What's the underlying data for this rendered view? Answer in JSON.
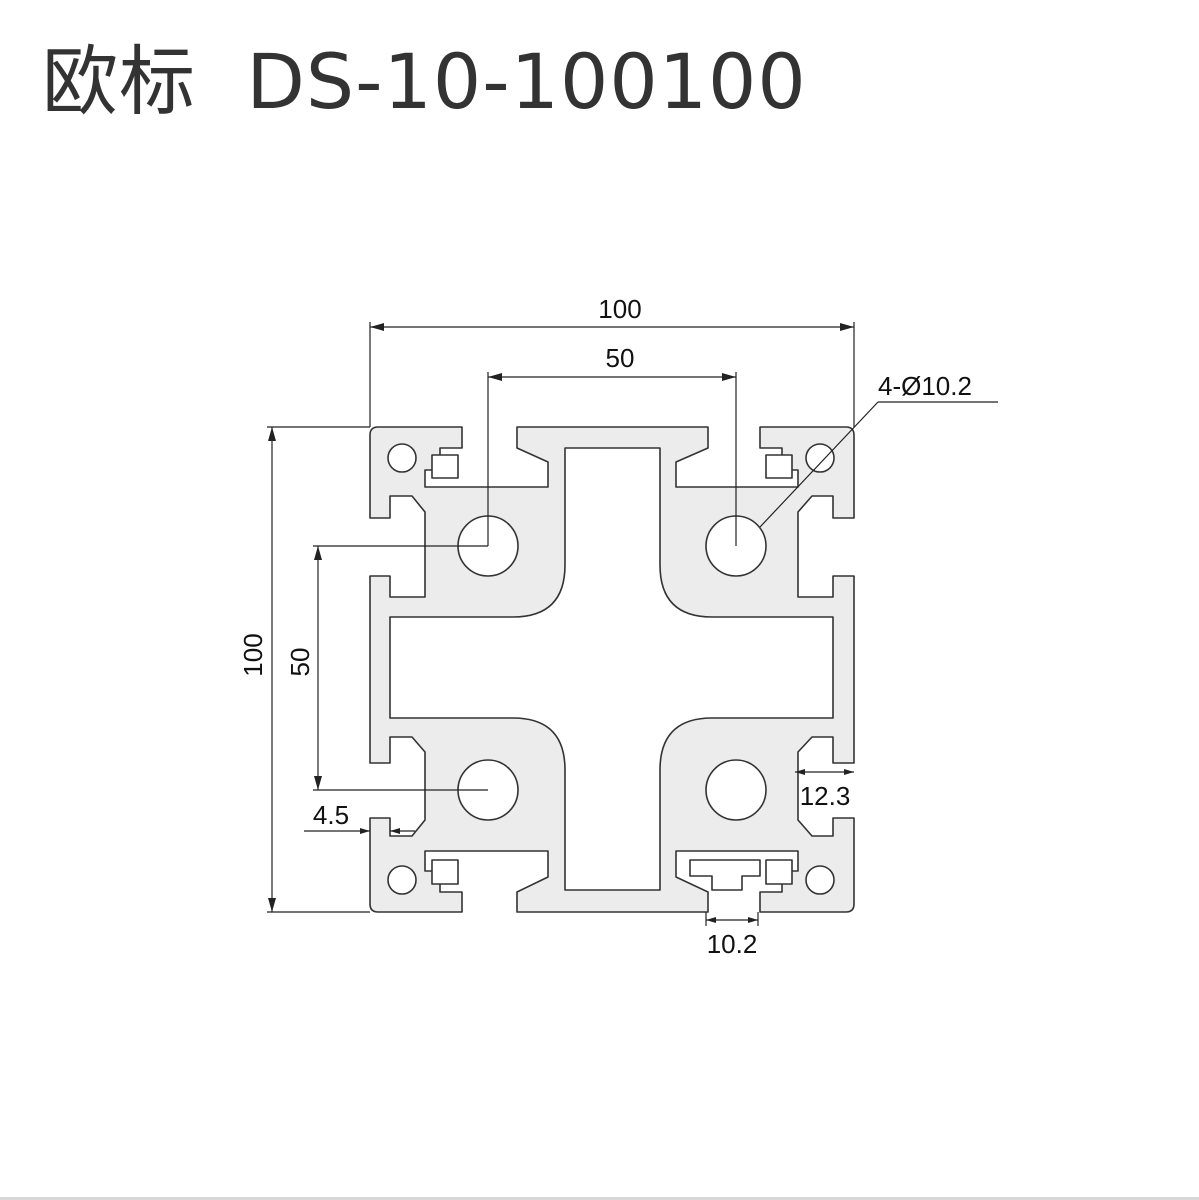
{
  "title": {
    "prefix": "欧标",
    "model": "DS-10-100100"
  },
  "dimensions": {
    "overall_width": "100",
    "overall_height": "100",
    "hole_pitch_horizontal": "50",
    "hole_pitch_vertical": "50",
    "holes": "4-Ø10.2",
    "slot_width": "10.2",
    "slot_depth": "12.3",
    "wall_thickness": "4.5"
  },
  "colors": {
    "profile_fill": "#ececec",
    "outline": "#333333",
    "background": "#ffffff"
  }
}
